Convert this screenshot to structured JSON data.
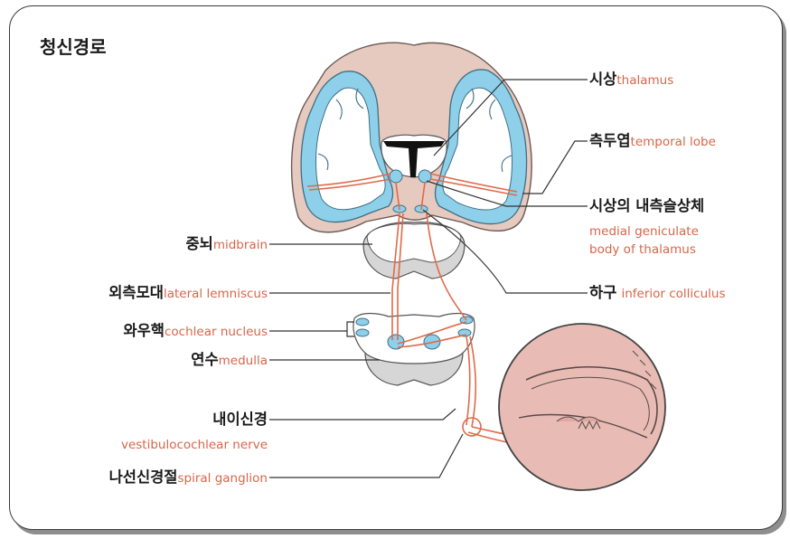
{
  "title": "청신경로",
  "labels": {
    "thalamus": {
      "ko": "시상",
      "en": "thalamus"
    },
    "temporal_lobe": {
      "ko": "측두엽",
      "en": "temporal lobe"
    },
    "mgb": {
      "ko": "시상의 내측슬상체",
      "en_line1": "medial geniculate",
      "en_line2": "body of thalamus"
    },
    "inferior_colliculus": {
      "ko": "하구",
      "en": "inferior colliculus"
    },
    "midbrain": {
      "ko": "중뇌",
      "en": "midbrain"
    },
    "lateral_lemniscus": {
      "ko": "외측모대",
      "en": "lateral lemniscus"
    },
    "cochlear_nucleus": {
      "ko": "와우핵",
      "en": "cochlear nucleus"
    },
    "medulla": {
      "ko": "연수",
      "en": "medulla"
    },
    "vestibulocochlear_nerve": {
      "ko": "내이신경",
      "en": "vestibulocochlear nerve"
    },
    "spiral_ganglion": {
      "ko": "나선신경절",
      "en": "spiral ganglion"
    }
  },
  "colors": {
    "cortex_blue": "#8ed0ea",
    "pathway": "#e06a4a",
    "skin": "#e6c9bf",
    "midbrain_gray": "#d6d6d6",
    "cochlea_fill": "#e8bcb4",
    "label_en": "#d8664a",
    "leader": "#333333"
  }
}
